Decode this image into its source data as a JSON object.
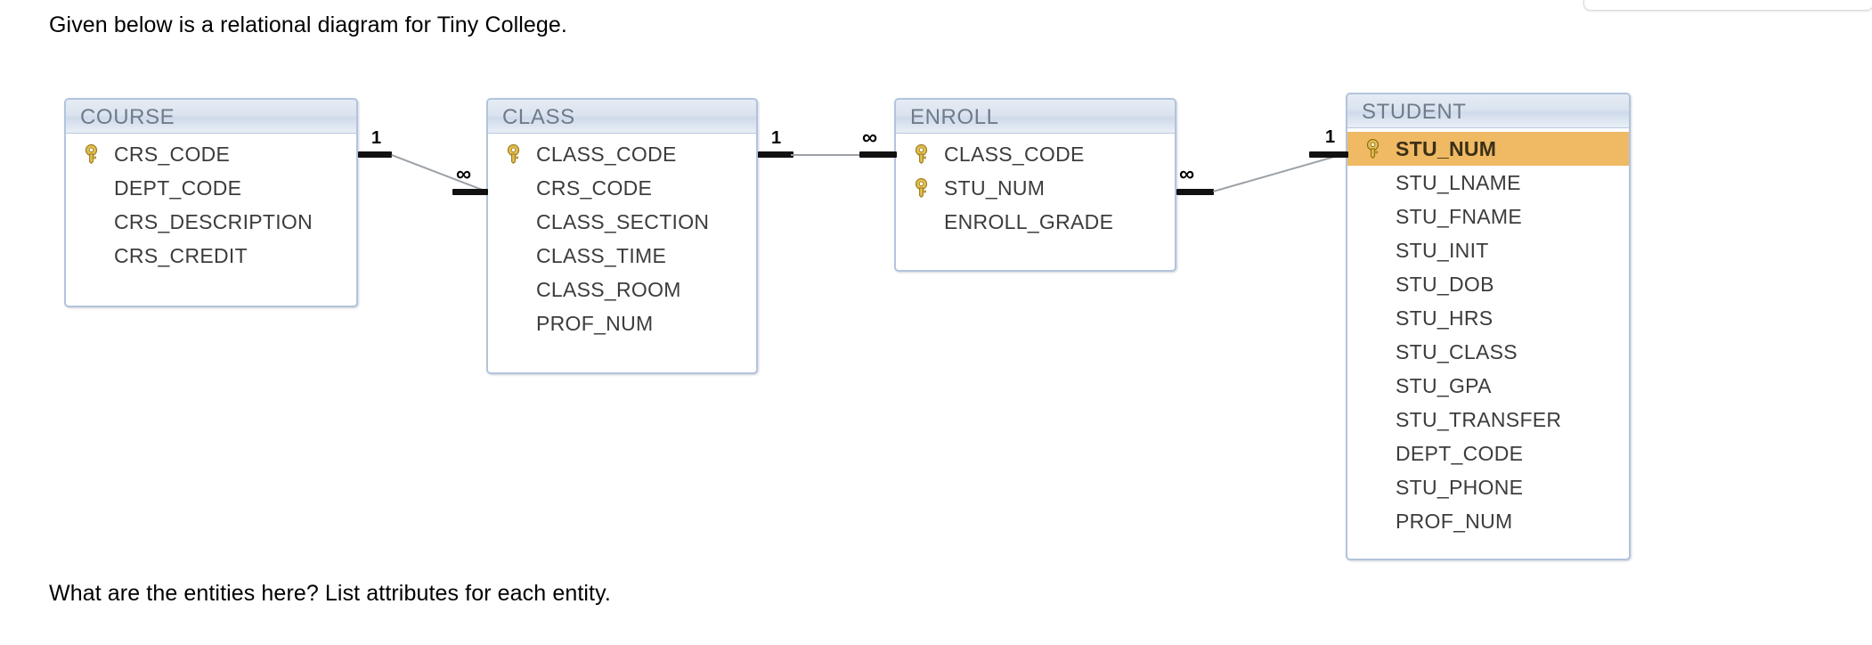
{
  "page": {
    "intro_text": "Given below is a relational diagram for Tiny College.",
    "outro_text": "What are the entities here? List attributes for each entity.",
    "background_color": "#ffffff"
  },
  "colors": {
    "entity_border": "#b2c4dd",
    "entity_header_gradient_top": "#e6ecf4",
    "entity_header_gradient_bottom": "#cfdaea",
    "header_text": "#6f7b8a",
    "attribute_text": "#3c3c3c",
    "primary_key_icon": "#d4ab3a",
    "selected_row_highlight": "#f0b964",
    "connector_line": "#9aa0a6",
    "connector_stub": "#111111"
  },
  "diagram": {
    "title": "Tiny College relational diagram",
    "entities": [
      {
        "id": "course",
        "name": "COURSE",
        "attributes": [
          {
            "name": "CRS_CODE",
            "is_key": true,
            "highlighted": false
          },
          {
            "name": "DEPT_CODE",
            "is_key": false,
            "highlighted": false
          },
          {
            "name": "CRS_DESCRIPTION",
            "is_key": false,
            "highlighted": false
          },
          {
            "name": "CRS_CREDIT",
            "is_key": false,
            "highlighted": false
          }
        ]
      },
      {
        "id": "class",
        "name": "CLASS",
        "attributes": [
          {
            "name": "CLASS_CODE",
            "is_key": true,
            "highlighted": false
          },
          {
            "name": "CRS_CODE",
            "is_key": false,
            "highlighted": false
          },
          {
            "name": "CLASS_SECTION",
            "is_key": false,
            "highlighted": false
          },
          {
            "name": "CLASS_TIME",
            "is_key": false,
            "highlighted": false
          },
          {
            "name": "CLASS_ROOM",
            "is_key": false,
            "highlighted": false
          },
          {
            "name": "PROF_NUM",
            "is_key": false,
            "highlighted": false
          }
        ]
      },
      {
        "id": "enroll",
        "name": "ENROLL",
        "attributes": [
          {
            "name": "CLASS_CODE",
            "is_key": true,
            "highlighted": false
          },
          {
            "name": "STU_NUM",
            "is_key": true,
            "highlighted": false
          },
          {
            "name": "ENROLL_GRADE",
            "is_key": false,
            "highlighted": false
          }
        ]
      },
      {
        "id": "student",
        "name": "STUDENT",
        "attributes": [
          {
            "name": "STU_NUM",
            "is_key": true,
            "highlighted": true
          },
          {
            "name": "STU_LNAME",
            "is_key": false,
            "highlighted": false
          },
          {
            "name": "STU_FNAME",
            "is_key": false,
            "highlighted": false
          },
          {
            "name": "STU_INIT",
            "is_key": false,
            "highlighted": false
          },
          {
            "name": "STU_DOB",
            "is_key": false,
            "highlighted": false
          },
          {
            "name": "STU_HRS",
            "is_key": false,
            "highlighted": false
          },
          {
            "name": "STU_CLASS",
            "is_key": false,
            "highlighted": false
          },
          {
            "name": "STU_GPA",
            "is_key": false,
            "highlighted": false
          },
          {
            "name": "STU_TRANSFER",
            "is_key": false,
            "highlighted": false
          },
          {
            "name": "DEPT_CODE",
            "is_key": false,
            "highlighted": false
          },
          {
            "name": "STU_PHONE",
            "is_key": false,
            "highlighted": false
          },
          {
            "name": "PROF_NUM",
            "is_key": false,
            "highlighted": false
          }
        ]
      }
    ],
    "relationships": [
      {
        "id": "course-class",
        "from": "COURSE",
        "to": "CLASS",
        "from_cardinality": "1",
        "to_cardinality": "∞"
      },
      {
        "id": "class-enroll",
        "from": "CLASS",
        "to": "ENROLL",
        "from_cardinality": "1",
        "to_cardinality": "∞"
      },
      {
        "id": "enroll-student",
        "from": "ENROLL",
        "to": "STUDENT",
        "from_cardinality": "∞",
        "to_cardinality": "1"
      }
    ]
  }
}
